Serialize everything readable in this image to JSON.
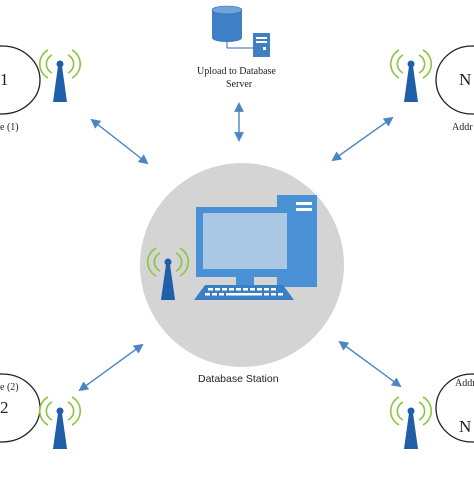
{
  "db_server": {
    "line1": "Upload to Database",
    "line2": "Server"
  },
  "station": {
    "label": "Database Station"
  },
  "nodes": {
    "top_left": {
      "number": "1",
      "caption": "e (1)"
    },
    "bottom_left": {
      "number": "2",
      "caption": "e (2)"
    },
    "top_right": {
      "number": "N",
      "caption": "Addr"
    },
    "bottom_right": {
      "number": "N",
      "caption": "Addr"
    }
  },
  "colors": {
    "arrow": "#4a86c5",
    "monitor": "#4a90d4",
    "screen": "#aac7e4",
    "antenna": "#1f5fa8",
    "signal": "#8cc63f",
    "station_circle": "#d4d4d4"
  }
}
